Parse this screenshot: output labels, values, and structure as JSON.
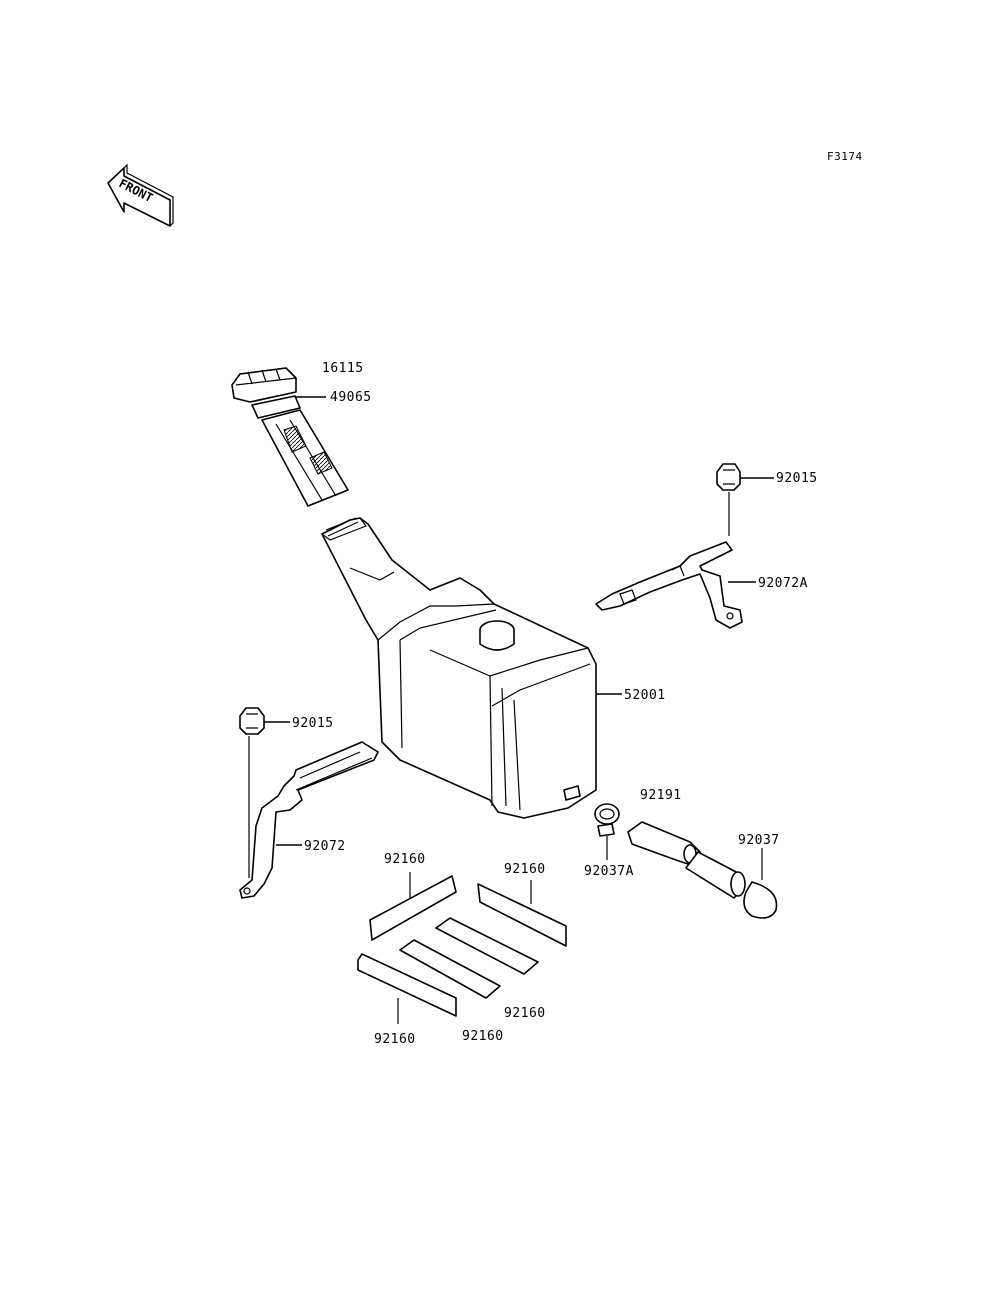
{
  "figure_code": "F3174",
  "front_label": "FRONT",
  "labels": {
    "cap": "16115",
    "filter": "49065",
    "nut_right": "92015",
    "bracket_right": "92072A",
    "tank": "52001",
    "nut_left": "92015",
    "bracket_left": "92072",
    "hose": "92191",
    "clamp_small": "92037A",
    "clamp_right": "92037",
    "pad_top_left": "92160",
    "pad_top_right": "92160",
    "pad_mid": "92160",
    "pad_bottom_left": "92160",
    "pad_bottom_mid": "92160"
  },
  "colors": {
    "line": "#000000",
    "background": "#ffffff"
  }
}
